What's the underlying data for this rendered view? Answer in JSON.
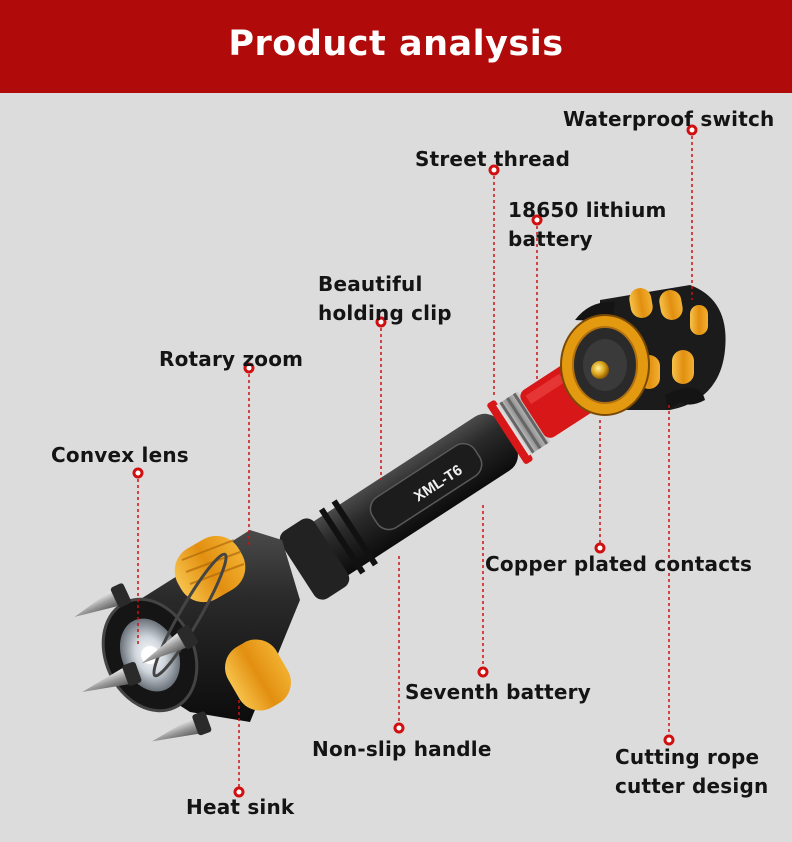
{
  "header": {
    "title": "Product analysis"
  },
  "product": {
    "model_text": "XML-T6"
  },
  "labels": {
    "waterproof_switch": "Waterproof switch",
    "street_thread": "Street thread",
    "battery_line1": "18650 lithium",
    "battery_line2": "battery",
    "clip_line1": "Beautiful",
    "clip_line2": "holding clip",
    "rotary_zoom": "Rotary zoom",
    "convex_lens": "Convex lens",
    "copper_contacts": "Copper plated contacts",
    "seventh_battery": "Seventh battery",
    "non_slip_handle": "Non-slip handle",
    "cutting_line1": "Cutting rope",
    "cutting_line2": "cutter design",
    "heat_sink": "Heat sink"
  },
  "colors": {
    "banner": "#b00a0a",
    "background": "#dcdcdc",
    "leader": "#d01010",
    "body_dark": "#1a1a1a",
    "accent_orange": "#f0a020",
    "battery_red": "#d81818"
  }
}
